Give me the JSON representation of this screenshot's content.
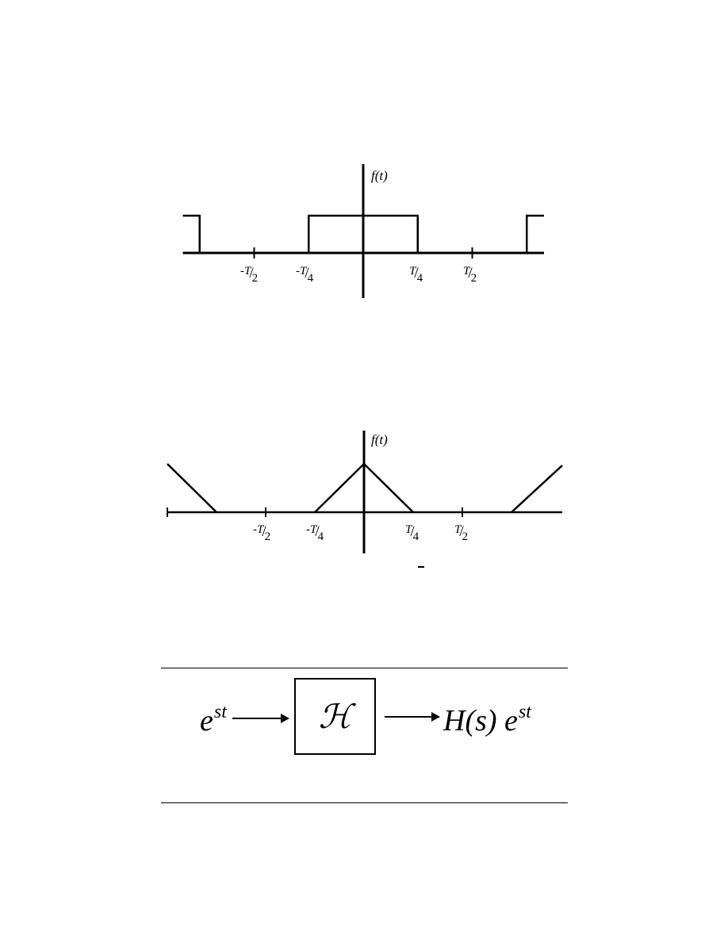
{
  "square_wave": {
    "axis_title": "f(t)",
    "ticks": [
      {
        "name": "tick-minus-t-half",
        "num": "-T",
        "den": "2",
        "t": -0.5
      },
      {
        "name": "tick-minus-t-quarter",
        "num": "-T",
        "den": "4",
        "t": -0.25
      },
      {
        "name": "tick-t-quarter",
        "num": "T",
        "den": "4",
        "t": 0.25
      },
      {
        "name": "tick-t-half",
        "num": "T",
        "den": "2",
        "t": 0.5
      }
    ],
    "levels": {
      "low": 0,
      "high": 1
    },
    "duty_interval": [
      -0.25,
      0.25
    ],
    "period": 1
  },
  "triangle_wave": {
    "axis_title": "f(t)",
    "ticks": [
      {
        "name": "tick-minus-t-half",
        "num": "-T",
        "den": "2",
        "t": -0.5
      },
      {
        "name": "tick-minus-t-quarter",
        "num": "-T",
        "den": "4",
        "t": -0.25
      },
      {
        "name": "tick-t-quarter",
        "num": "T",
        "den": "4",
        "t": 0.25
      },
      {
        "name": "tick-t-half",
        "num": "T",
        "den": "2",
        "t": 0.5
      }
    ],
    "peak": 1,
    "support": [
      -0.25,
      0.25
    ],
    "period": 1
  },
  "block_diagram": {
    "input_base": "e",
    "input_exp": "st",
    "operator": "ℋ",
    "output_base": "H(s) e",
    "output_exp": "st"
  }
}
